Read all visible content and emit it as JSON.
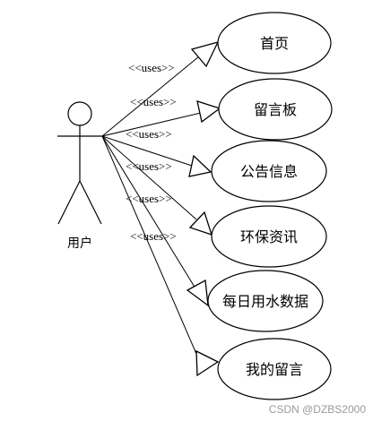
{
  "actor": {
    "label": "用户"
  },
  "use_cases": [
    {
      "label": "首页",
      "stereotype": "<<uses>>"
    },
    {
      "label": "留言板",
      "stereotype": "<<uses>>"
    },
    {
      "label": "公告信息",
      "stereotype": "<<uses>>"
    },
    {
      "label": "环保资讯",
      "stereotype": "<<uses>>"
    },
    {
      "label": "每日用水数据",
      "stereotype": "<<uses>>"
    },
    {
      "label": "我的留言",
      "stereotype": "<<uses>>"
    }
  ],
  "watermark": "CSDN @DZBS2000"
}
